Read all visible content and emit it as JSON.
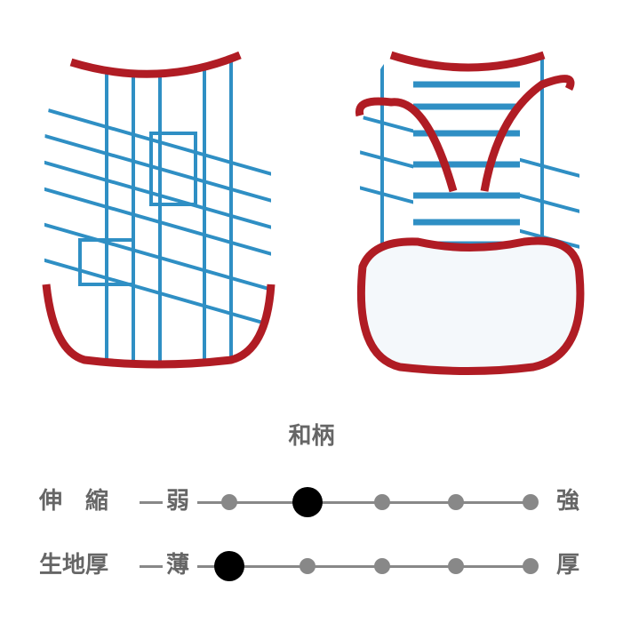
{
  "colors": {
    "trim": "#b01c24",
    "pattern": "#2f8fc4",
    "text": "#666666",
    "selected": "#000000",
    "track": "#888888"
  },
  "product": {
    "front_view": "shirt-front",
    "back_view": "shirt-back"
  },
  "pattern_name": "和柄",
  "scales": [
    {
      "label": "伸　縮",
      "low": "弱",
      "high": "強",
      "levels": 5,
      "selected_index": 1
    },
    {
      "label": "生地厚",
      "low": "薄",
      "high": "厚",
      "levels": 5,
      "selected_index": 0
    }
  ]
}
